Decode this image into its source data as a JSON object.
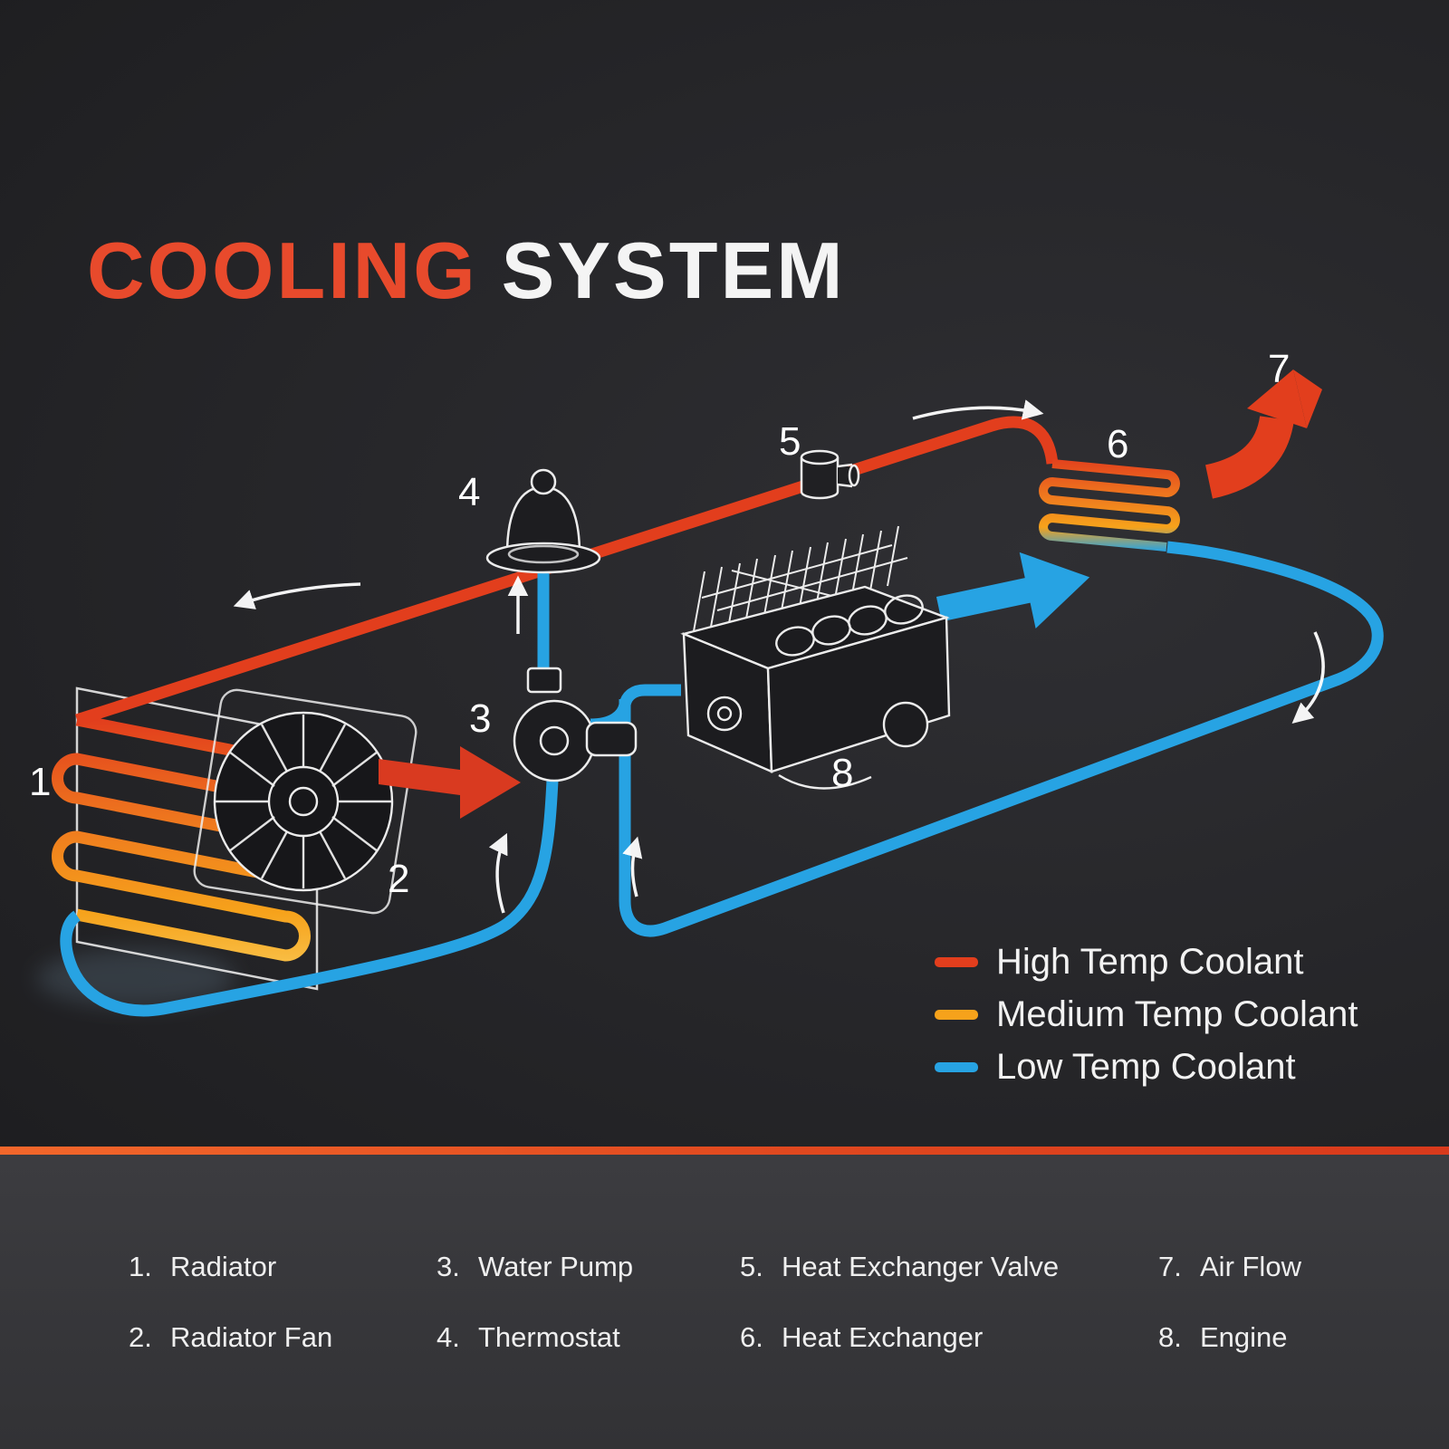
{
  "title": {
    "highlight": "COOLING",
    "rest": "SYSTEM"
  },
  "legend": {
    "high": {
      "label": "High Temp Coolant",
      "color": "#e23e1d"
    },
    "medium": {
      "label": "Medium Temp Coolant",
      "color": "#f6a21b"
    },
    "low": {
      "label": "Low Temp Coolant",
      "color": "#27a3e3"
    }
  },
  "diagram_labels": {
    "radiator": "1",
    "radiator_fan": "2",
    "water_pump": "3",
    "thermostat": "4",
    "heat_exchanger_valve": "5",
    "heat_exchanger": "6",
    "air_flow": "7",
    "engine": "8"
  },
  "parts": [
    {
      "num": "1.",
      "name": "Radiator"
    },
    {
      "num": "2.",
      "name": "Radiator Fan"
    },
    {
      "num": "3.",
      "name": "Water Pump"
    },
    {
      "num": "4.",
      "name": "Thermostat"
    },
    {
      "num": "5.",
      "name": "Heat Exchanger Valve"
    },
    {
      "num": "6.",
      "name": "Heat Exchanger"
    },
    {
      "num": "7.",
      "name": "Air Flow"
    },
    {
      "num": "8.",
      "name": "Engine"
    }
  ],
  "colors": {
    "high_temp_line": "#e23e1d",
    "medium_temp_line": "#f6a21b",
    "low_temp_line": "#27a3e3",
    "title_accent": "#e84a2c",
    "background": "#232326",
    "panel": "#38383b"
  }
}
